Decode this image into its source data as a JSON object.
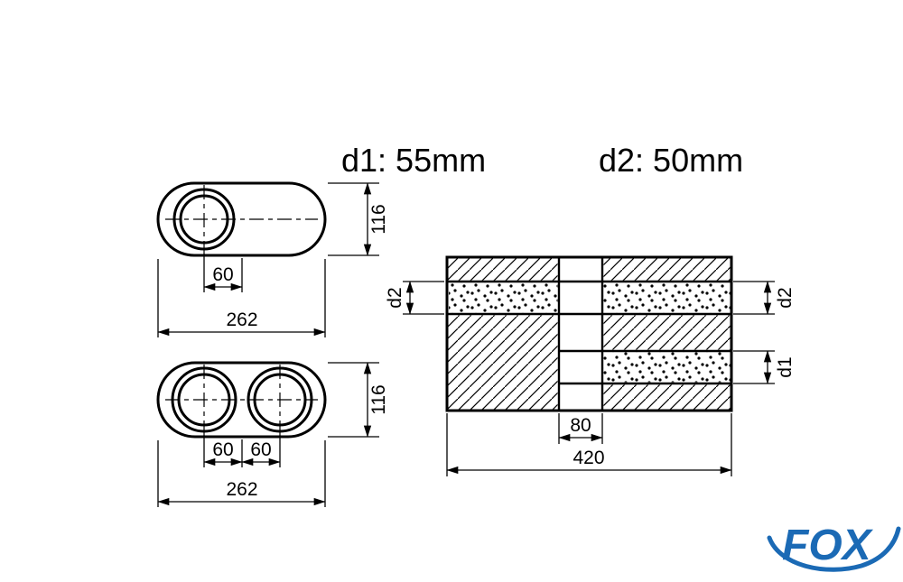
{
  "header": {
    "d1_spec": "d1: 55mm",
    "d2_spec": "d2: 50mm"
  },
  "front_view_single": {
    "height": "116",
    "pipe_offset": "60",
    "width": "262"
  },
  "front_view_twin": {
    "height": "116",
    "pipe_offset_left": "60",
    "pipe_offset_right": "60",
    "width": "262"
  },
  "section_view": {
    "pipe_d2_left_label": "d2",
    "pipe_d2_right_label": "d2",
    "pipe_d1_label": "d1",
    "chamber_gap": "80",
    "body_length": "420"
  },
  "logo": {
    "text": "FOX",
    "color": "#1b6ab5"
  }
}
